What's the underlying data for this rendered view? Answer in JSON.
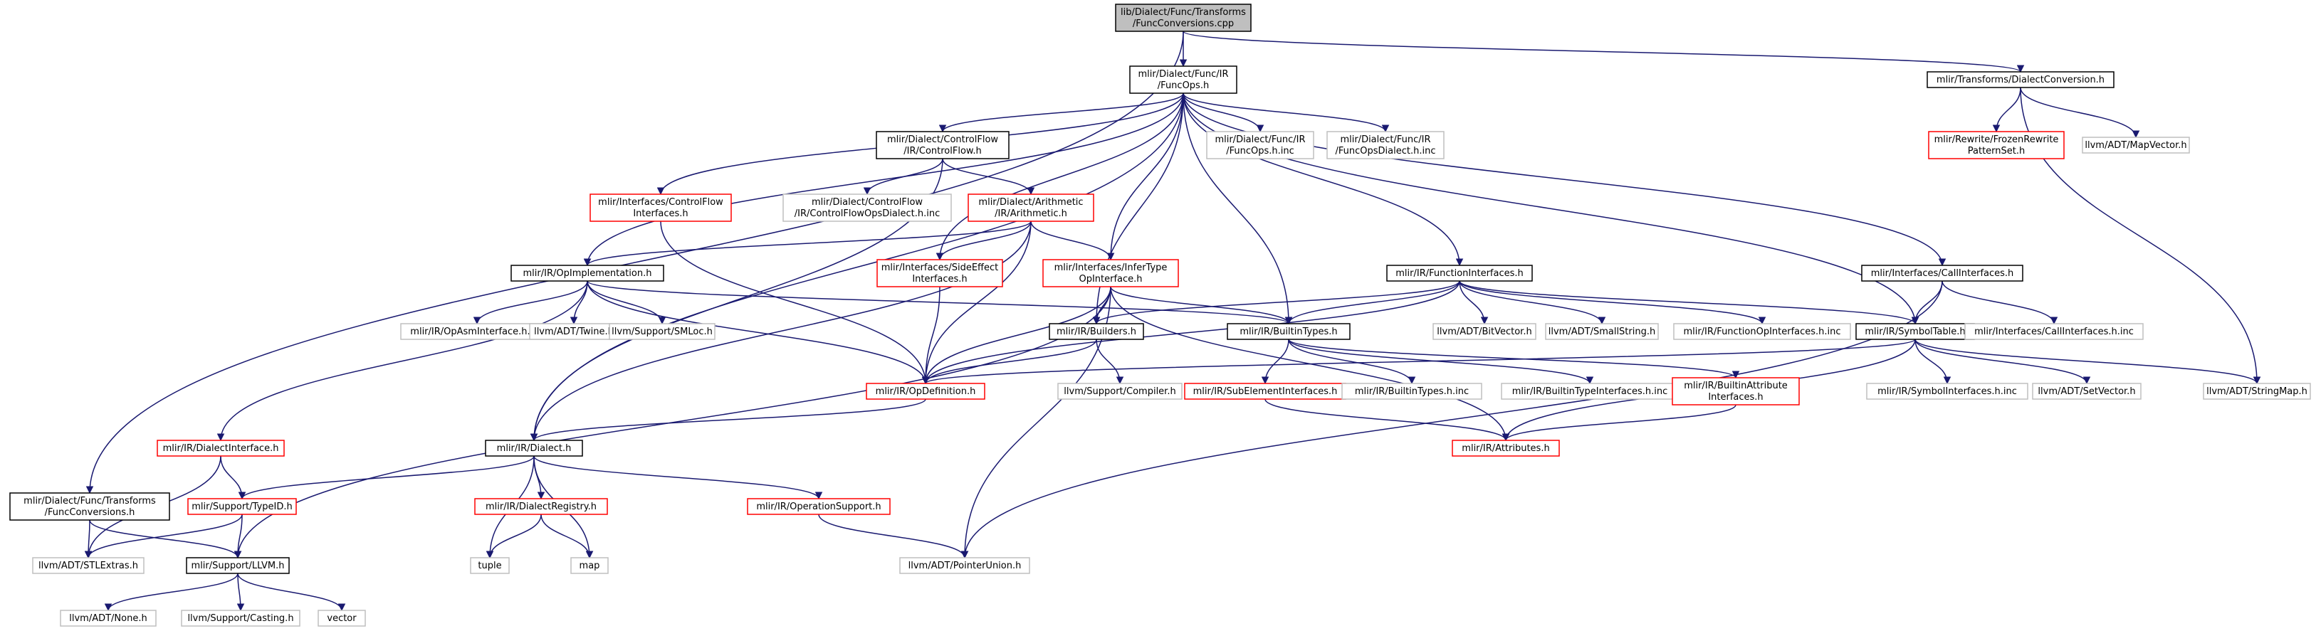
{
  "colors": {
    "edge": "#191970",
    "border_doc": "#000000",
    "border_truncated": "#ff0000",
    "border_external": "#bfbfbf",
    "fill_root": "#bfbfbf",
    "fill_default": "#ffffff"
  },
  "nodes": [
    {
      "id": "root",
      "lines": [
        "lib/Dialect/Func/Transforms",
        "/FuncConversions.cpp"
      ],
      "kind": "root"
    },
    {
      "id": "funcops",
      "lines": [
        "mlir/Dialect/Func/IR",
        "/FuncOps.h"
      ],
      "kind": "doc"
    },
    {
      "id": "dialectconv",
      "lines": [
        "mlir/Transforms/DialectConversion.h"
      ],
      "kind": "doc"
    },
    {
      "id": "frozenpattern",
      "lines": [
        "mlir/Rewrite/FrozenRewrite",
        "PatternSet.h"
      ],
      "kind": "truncated"
    },
    {
      "id": "mapvector",
      "lines": [
        "llvm/ADT/MapVector.h"
      ],
      "kind": "external"
    },
    {
      "id": "controlflow",
      "lines": [
        "mlir/Dialect/ControlFlow",
        "/IR/ControlFlow.h"
      ],
      "kind": "doc"
    },
    {
      "id": "funcopsinc",
      "lines": [
        "mlir/Dialect/Func/IR",
        "/FuncOps.h.inc"
      ],
      "kind": "external"
    },
    {
      "id": "funcopsdialectinc",
      "lines": [
        "mlir/Dialect/Func/IR",
        "/FuncOpsDialect.h.inc"
      ],
      "kind": "external"
    },
    {
      "id": "cfinterfaces",
      "lines": [
        "mlir/Interfaces/ControlFlow",
        "Interfaces.h"
      ],
      "kind": "truncated"
    },
    {
      "id": "cfdialectinc",
      "lines": [
        "mlir/Dialect/ControlFlow",
        "/IR/ControlFlowOpsDialect.h.inc"
      ],
      "kind": "external"
    },
    {
      "id": "arith",
      "lines": [
        "mlir/Dialect/Arithmetic",
        "/IR/Arithmetic.h"
      ],
      "kind": "truncated"
    },
    {
      "id": "funciface",
      "lines": [
        "mlir/IR/FunctionInterfaces.h"
      ],
      "kind": "doc"
    },
    {
      "id": "calliface",
      "lines": [
        "mlir/Interfaces/CallInterfaces.h"
      ],
      "kind": "doc"
    },
    {
      "id": "opimpl",
      "lines": [
        "mlir/IR/OpImplementation.h"
      ],
      "kind": "doc"
    },
    {
      "id": "sideeffect",
      "lines": [
        "mlir/Interfaces/SideEffect",
        "Interfaces.h"
      ],
      "kind": "truncated"
    },
    {
      "id": "infertype",
      "lines": [
        "mlir/Interfaces/InferType",
        "OpInterface.h"
      ],
      "kind": "truncated"
    },
    {
      "id": "opasminc",
      "lines": [
        "mlir/IR/OpAsmInterface.h.inc"
      ],
      "kind": "external"
    },
    {
      "id": "twine",
      "lines": [
        "llvm/ADT/Twine.h"
      ],
      "kind": "external"
    },
    {
      "id": "smloc",
      "lines": [
        "llvm/Support/SMLoc.h"
      ],
      "kind": "external"
    },
    {
      "id": "builders",
      "lines": [
        "mlir/IR/Builders.h"
      ],
      "kind": "doc"
    },
    {
      "id": "builtintypes",
      "lines": [
        "mlir/IR/BuiltinTypes.h"
      ],
      "kind": "doc"
    },
    {
      "id": "bitvector",
      "lines": [
        "llvm/ADT/BitVector.h"
      ],
      "kind": "external"
    },
    {
      "id": "smallstring",
      "lines": [
        "llvm/ADT/SmallString.h"
      ],
      "kind": "external"
    },
    {
      "id": "funcopifaceinc",
      "lines": [
        "mlir/IR/FunctionOpInterfaces.h.inc"
      ],
      "kind": "external"
    },
    {
      "id": "symboltable",
      "lines": [
        "mlir/IR/SymbolTable.h"
      ],
      "kind": "doc"
    },
    {
      "id": "calliface_inc",
      "lines": [
        "mlir/Interfaces/CallInterfaces.h.inc"
      ],
      "kind": "external"
    },
    {
      "id": "opdef",
      "lines": [
        "mlir/IR/OpDefinition.h"
      ],
      "kind": "truncated"
    },
    {
      "id": "compiler",
      "lines": [
        "llvm/Support/Compiler.h"
      ],
      "kind": "external"
    },
    {
      "id": "subelem",
      "lines": [
        "mlir/IR/SubElementInterfaces.h"
      ],
      "kind": "truncated"
    },
    {
      "id": "builtintypesinc",
      "lines": [
        "mlir/IR/BuiltinTypes.h.inc"
      ],
      "kind": "external"
    },
    {
      "id": "builtintypeifaceinc",
      "lines": [
        "mlir/IR/BuiltinTypeInterfaces.h.inc"
      ],
      "kind": "external"
    },
    {
      "id": "builtinattrif",
      "lines": [
        "mlir/IR/BuiltinAttribute",
        "Interfaces.h"
      ],
      "kind": "truncated"
    },
    {
      "id": "symbolifaceinc",
      "lines": [
        "mlir/IR/SymbolInterfaces.h.inc"
      ],
      "kind": "external"
    },
    {
      "id": "setvector",
      "lines": [
        "llvm/ADT/SetVector.h"
      ],
      "kind": "external"
    },
    {
      "id": "stringmap",
      "lines": [
        "llvm/ADT/StringMap.h"
      ],
      "kind": "external"
    },
    {
      "id": "dialectiface",
      "lines": [
        "mlir/IR/DialectInterface.h"
      ],
      "kind": "truncated"
    },
    {
      "id": "dialect",
      "lines": [
        "mlir/IR/Dialect.h"
      ],
      "kind": "doc"
    },
    {
      "id": "attributes",
      "lines": [
        "mlir/IR/Attributes.h"
      ],
      "kind": "truncated"
    },
    {
      "id": "funcconvh",
      "lines": [
        "mlir/Dialect/Func/Transforms",
        "/FuncConversions.h"
      ],
      "kind": "doc"
    },
    {
      "id": "typeid",
      "lines": [
        "mlir/Support/TypeID.h"
      ],
      "kind": "truncated"
    },
    {
      "id": "dialectreg",
      "lines": [
        "mlir/IR/DialectRegistry.h"
      ],
      "kind": "truncated"
    },
    {
      "id": "opsupport",
      "lines": [
        "mlir/IR/OperationSupport.h"
      ],
      "kind": "truncated"
    },
    {
      "id": "stlextras",
      "lines": [
        "llvm/ADT/STLExtras.h"
      ],
      "kind": "external"
    },
    {
      "id": "llvmh",
      "lines": [
        "mlir/Support/LLVM.h"
      ],
      "kind": "doc"
    },
    {
      "id": "tuple",
      "lines": [
        "tuple"
      ],
      "kind": "external"
    },
    {
      "id": "map",
      "lines": [
        "map"
      ],
      "kind": "external"
    },
    {
      "id": "pointerunion",
      "lines": [
        "llvm/ADT/PointerUnion.h"
      ],
      "kind": "external"
    },
    {
      "id": "none",
      "lines": [
        "llvm/ADT/None.h"
      ],
      "kind": "external"
    },
    {
      "id": "casting",
      "lines": [
        "llvm/Support/Casting.h"
      ],
      "kind": "external"
    },
    {
      "id": "vector",
      "lines": [
        "vector"
      ],
      "kind": "external"
    }
  ],
  "edges": [
    [
      "root",
      "funcops"
    ],
    [
      "root",
      "dialectconv"
    ],
    [
      "root",
      "funcconvh"
    ],
    [
      "dialectconv",
      "frozenpattern"
    ],
    [
      "dialectconv",
      "mapvector"
    ],
    [
      "dialectconv",
      "stringmap"
    ],
    [
      "funcops",
      "controlflow"
    ],
    [
      "funcops",
      "funcopsinc"
    ],
    [
      "funcops",
      "funcopsdialectinc"
    ],
    [
      "funcops",
      "cfinterfaces"
    ],
    [
      "funcops",
      "funciface"
    ],
    [
      "funcops",
      "calliface"
    ],
    [
      "funcops",
      "opimpl"
    ],
    [
      "funcops",
      "sideeffect"
    ],
    [
      "funcops",
      "infertype"
    ],
    [
      "funcops",
      "builders"
    ],
    [
      "funcops",
      "builtintypes"
    ],
    [
      "funcops",
      "symboltable"
    ],
    [
      "funcops",
      "dialect"
    ],
    [
      "controlflow",
      "cfdialectinc"
    ],
    [
      "controlflow",
      "arith"
    ],
    [
      "controlflow",
      "dialect"
    ],
    [
      "cfinterfaces",
      "opdef"
    ],
    [
      "arith",
      "opimpl"
    ],
    [
      "arith",
      "sideeffect"
    ],
    [
      "arith",
      "infertype"
    ],
    [
      "arith",
      "opdef"
    ],
    [
      "arith",
      "dialect"
    ],
    [
      "opimpl",
      "opasminc"
    ],
    [
      "opimpl",
      "twine"
    ],
    [
      "opimpl",
      "smloc"
    ],
    [
      "opimpl",
      "opdef"
    ],
    [
      "opimpl",
      "builtintypes"
    ],
    [
      "opimpl",
      "dialectiface"
    ],
    [
      "sideeffect",
      "opdef"
    ],
    [
      "infertype",
      "builders"
    ],
    [
      "infertype",
      "builtintypes"
    ],
    [
      "infertype",
      "opdef"
    ],
    [
      "infertype",
      "llvmh"
    ],
    [
      "infertype",
      "pointerunion"
    ],
    [
      "infertype",
      "attributes"
    ],
    [
      "funciface",
      "builders"
    ],
    [
      "funciface",
      "builtintypes"
    ],
    [
      "funciface",
      "bitvector"
    ],
    [
      "funciface",
      "smallstring"
    ],
    [
      "funciface",
      "funcopifaceinc"
    ],
    [
      "funciface",
      "symboltable"
    ],
    [
      "funciface",
      "opdef"
    ],
    [
      "calliface",
      "symboltable"
    ],
    [
      "calliface",
      "calliface_inc"
    ],
    [
      "calliface",
      "pointerunion"
    ],
    [
      "builders",
      "opdef"
    ],
    [
      "builders",
      "compiler"
    ],
    [
      "builtintypes",
      "subelem"
    ],
    [
      "builtintypes",
      "builtintypesinc"
    ],
    [
      "builtintypes",
      "builtintypeifaceinc"
    ],
    [
      "builtintypes",
      "builtinattrif"
    ],
    [
      "symboltable",
      "opdef"
    ],
    [
      "symboltable",
      "symbolifaceinc"
    ],
    [
      "symboltable",
      "setvector"
    ],
    [
      "symboltable",
      "stringmap"
    ],
    [
      "symboltable",
      "attributes"
    ],
    [
      "opdef",
      "dialect"
    ],
    [
      "subelem",
      "attributes"
    ],
    [
      "builtinattrif",
      "attributes"
    ],
    [
      "dialectiface",
      "typeid"
    ],
    [
      "dialectiface",
      "stlextras"
    ],
    [
      "dialect",
      "typeid"
    ],
    [
      "dialect",
      "dialectreg"
    ],
    [
      "dialect",
      "opsupport"
    ],
    [
      "dialect",
      "tuple"
    ],
    [
      "dialect",
      "map"
    ],
    [
      "funcconvh",
      "stlextras"
    ],
    [
      "funcconvh",
      "llvmh"
    ],
    [
      "typeid",
      "stlextras"
    ],
    [
      "typeid",
      "llvmh"
    ],
    [
      "dialectreg",
      "tuple"
    ],
    [
      "dialectreg",
      "map"
    ],
    [
      "opsupport",
      "pointerunion"
    ],
    [
      "llvmh",
      "none"
    ],
    [
      "llvmh",
      "casting"
    ],
    [
      "llvmh",
      "vector"
    ]
  ]
}
